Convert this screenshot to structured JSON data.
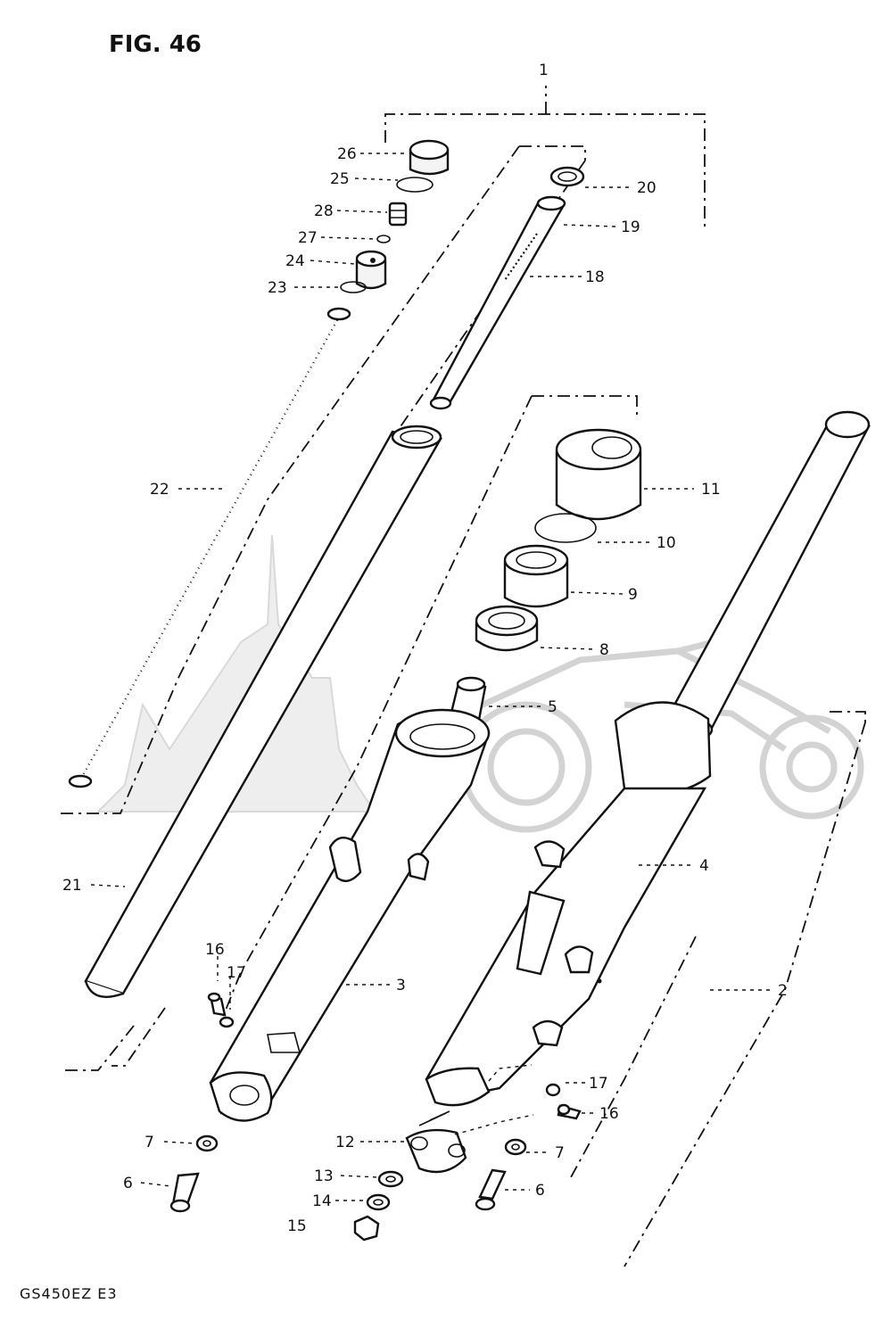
{
  "figure": {
    "title": "FIG. 46",
    "model_code": "GS450EZ  E3"
  },
  "watermark": {
    "text": ""
  },
  "callouts": [
    {
      "id": "c1",
      "label": "1"
    },
    {
      "id": "c2",
      "label": "2"
    },
    {
      "id": "c3",
      "label": "3"
    },
    {
      "id": "c4",
      "label": "4"
    },
    {
      "id": "c5",
      "label": "5"
    },
    {
      "id": "c6a",
      "label": "6"
    },
    {
      "id": "c6b",
      "label": "6"
    },
    {
      "id": "c7a",
      "label": "7"
    },
    {
      "id": "c7b",
      "label": "7"
    },
    {
      "id": "c8",
      "label": "8"
    },
    {
      "id": "c9",
      "label": "9"
    },
    {
      "id": "c10",
      "label": "10"
    },
    {
      "id": "c11",
      "label": "11"
    },
    {
      "id": "c12",
      "label": "12"
    },
    {
      "id": "c13",
      "label": "13"
    },
    {
      "id": "c14",
      "label": "14"
    },
    {
      "id": "c15",
      "label": "15"
    },
    {
      "id": "c16a",
      "label": "16"
    },
    {
      "id": "c16b",
      "label": "16"
    },
    {
      "id": "c17a",
      "label": "17"
    },
    {
      "id": "c17b",
      "label": "17"
    },
    {
      "id": "c18",
      "label": "18"
    },
    {
      "id": "c19",
      "label": "19"
    },
    {
      "id": "c20",
      "label": "20"
    },
    {
      "id": "c21",
      "label": "21"
    },
    {
      "id": "c22",
      "label": "22"
    },
    {
      "id": "c23",
      "label": "23"
    },
    {
      "id": "c24",
      "label": "24"
    },
    {
      "id": "c25",
      "label": "25"
    },
    {
      "id": "c26",
      "label": "26"
    },
    {
      "id": "c27",
      "label": "27"
    },
    {
      "id": "c28",
      "label": "28"
    }
  ]
}
